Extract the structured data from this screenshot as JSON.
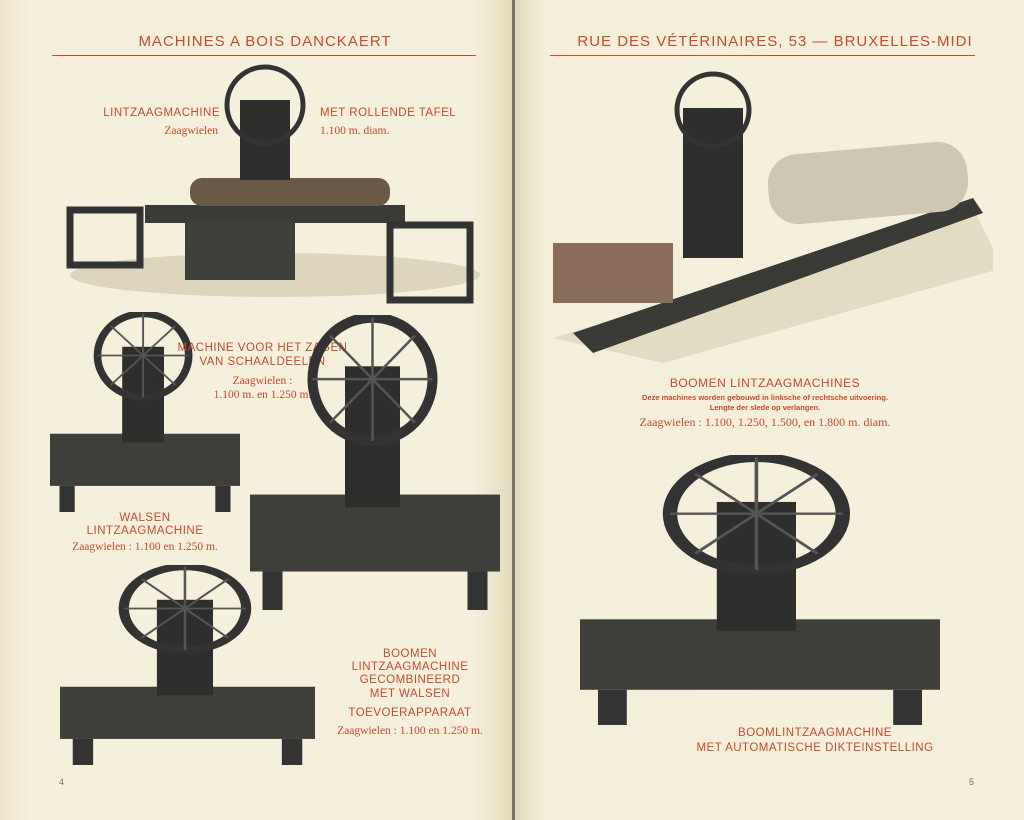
{
  "left_page": {
    "header": "MACHINES A BOIS DANCKAERT",
    "page_number": "4",
    "items": [
      {
        "title_a": "LINTZAAGMACHINE",
        "title_b": "MET ROLLENDE TAFEL",
        "sub_a": "Zaagwielen",
        "sub_b": "1.100 m. diam."
      },
      {
        "title": "MACHINE VOOR HET ZAGEN",
        "title2": "VAN SCHAALDEELEN",
        "sub": "Zaagwielen :",
        "sub2": "1.100 m. en 1.250 m."
      },
      {
        "title": "WALSEN",
        "title2": "LINTZAAGMACHINE",
        "sub": "Zaagwielen : 1.100 en 1.250 m."
      },
      {
        "title": "BOOMEN",
        "title2": "LINTZAAGMACHINE",
        "title3": "GECOMBINEERD",
        "title4": "MET WALSEN",
        "title5": "TOEVOERAPPARAAT",
        "sub": "Zaagwielen : 1.100 en 1.250 m."
      }
    ]
  },
  "right_page": {
    "header": "RUE DES VÉTÉRINAIRES, 53  —  BRUXELLES-MIDI",
    "page_number": "5",
    "items": [
      {
        "title": "BOOMEN LINTZAAGMACHINES",
        "note1": "Deze machines worden gebouwd in linksche of rechtsche uitvoering.",
        "note2": "Lengte der slede op verlangen.",
        "sub": "Zaagwielen : 1.100, 1.250, 1.500, en 1.800 m. diam."
      },
      {
        "title": "BOOMLINTZAAGMACHINE",
        "title2": "MET AUTOMATISCHE DIKTEINSTELLING"
      }
    ]
  }
}
